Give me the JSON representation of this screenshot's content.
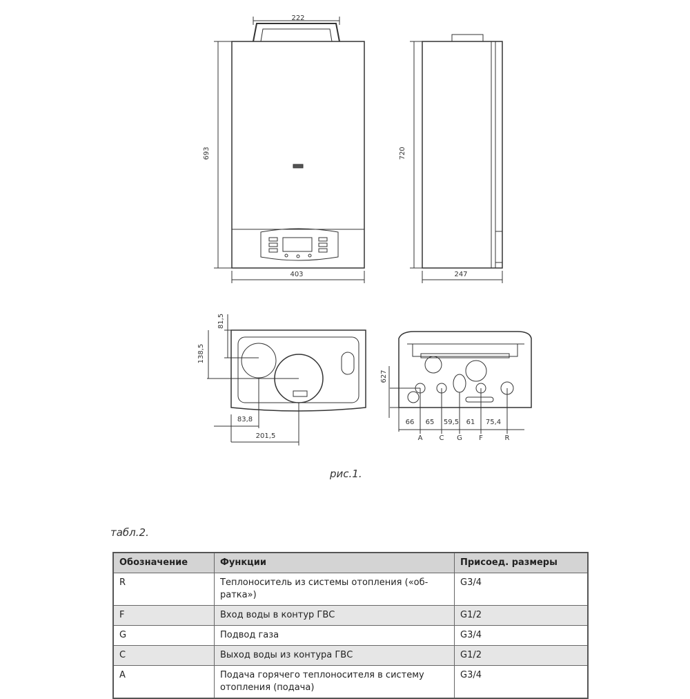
{
  "figure": {
    "caption": "рис.1.",
    "front_view": {
      "width_top": "222",
      "height": "693",
      "width": "403"
    },
    "side_view": {
      "height": "720",
      "depth": "247"
    },
    "bottom_left_view": {
      "dim_a": "81,5",
      "dim_b": "138,5",
      "dim_c": "83,8",
      "dim_d": "201,5"
    },
    "bottom_right_view": {
      "vertical": "627",
      "spacings": [
        "66",
        "65",
        "59,5",
        "61",
        "75,4"
      ],
      "connections": [
        "A",
        "C",
        "G",
        "F",
        "R"
      ]
    }
  },
  "table": {
    "caption": "табл.2.",
    "headers": [
      "Обозначение",
      "Функции",
      "Присоед. размеры"
    ],
    "rows": [
      {
        "code": "R",
        "function": "Теплоноситель из системы отопления («об-ратка»)",
        "size": "G3/4"
      },
      {
        "code": "F",
        "function": "Вход воды в контур ГВС",
        "size": "G1/2"
      },
      {
        "code": "G",
        "function": "Подвод газа",
        "size": "G3/4"
      },
      {
        "code": "C",
        "function": "Выход воды из контура ГВС",
        "size": "G1/2"
      },
      {
        "code": "A",
        "function": "Подача горячего теплоносителя в систему отопления (подача)",
        "size": "G3/4"
      }
    ]
  }
}
